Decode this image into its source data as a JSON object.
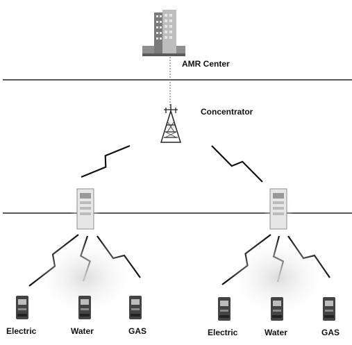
{
  "labels": {
    "center": "AMR Center",
    "concentrator": "Concentrator"
  },
  "meter_groups": [
    {
      "meters": [
        "Electric",
        "Water",
        "GAS"
      ]
    },
    {
      "meters": [
        "Electric",
        "Water",
        "GAS"
      ]
    }
  ],
  "icons": {
    "center": "office-building-icon",
    "concentrator": "antenna-tower-icon",
    "collector": "collector-unit-icon",
    "meter": "utility-meter-icon",
    "link": "wireless-lightning-icon"
  }
}
